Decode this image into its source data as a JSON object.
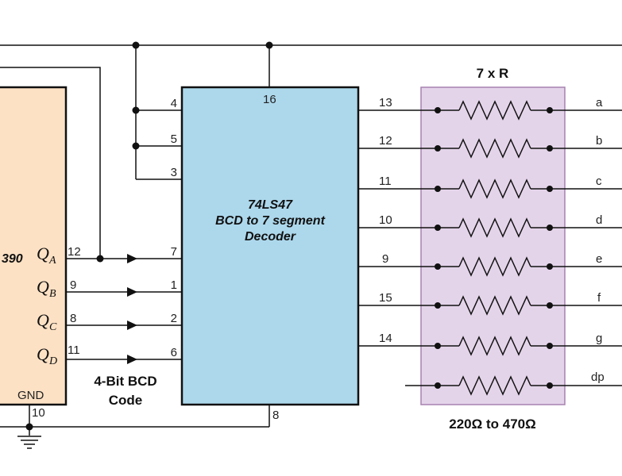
{
  "counter": {
    "name_fragment": "390",
    "outputs": [
      {
        "label": "Q",
        "sub": "A",
        "pin": "12"
      },
      {
        "label": "Q",
        "sub": "B",
        "pin": "9"
      },
      {
        "label": "Q",
        "sub": "C",
        "pin": "8"
      },
      {
        "label": "Q",
        "sub": "D",
        "pin": "11"
      }
    ],
    "gnd_label": "GND",
    "gnd_pin": "10"
  },
  "decoder": {
    "title_line1": "74LS47",
    "title_line2": "BCD to 7 segment",
    "title_line3": "Decoder",
    "vcc_pin": "16",
    "gnd_pin": "8",
    "left_pins": [
      "4",
      "5",
      "3",
      "7",
      "1",
      "2",
      "6"
    ],
    "right_pins": [
      "13",
      "12",
      "11",
      "10",
      "9",
      "15",
      "14"
    ]
  },
  "bcd_label_line1": "4-Bit BCD",
  "bcd_label_line2": "Code",
  "resistors": {
    "title": "7 x R",
    "value": "220Ω to 470Ω",
    "outputs": [
      "a",
      "b",
      "c",
      "d",
      "e",
      "f",
      "g",
      "dp"
    ]
  },
  "colors": {
    "counter_fill": "#fde1c4",
    "decoder_fill": "#add8ec",
    "resistor_fill": "#e4d4ea",
    "resistor_stroke": "#a682b0"
  }
}
